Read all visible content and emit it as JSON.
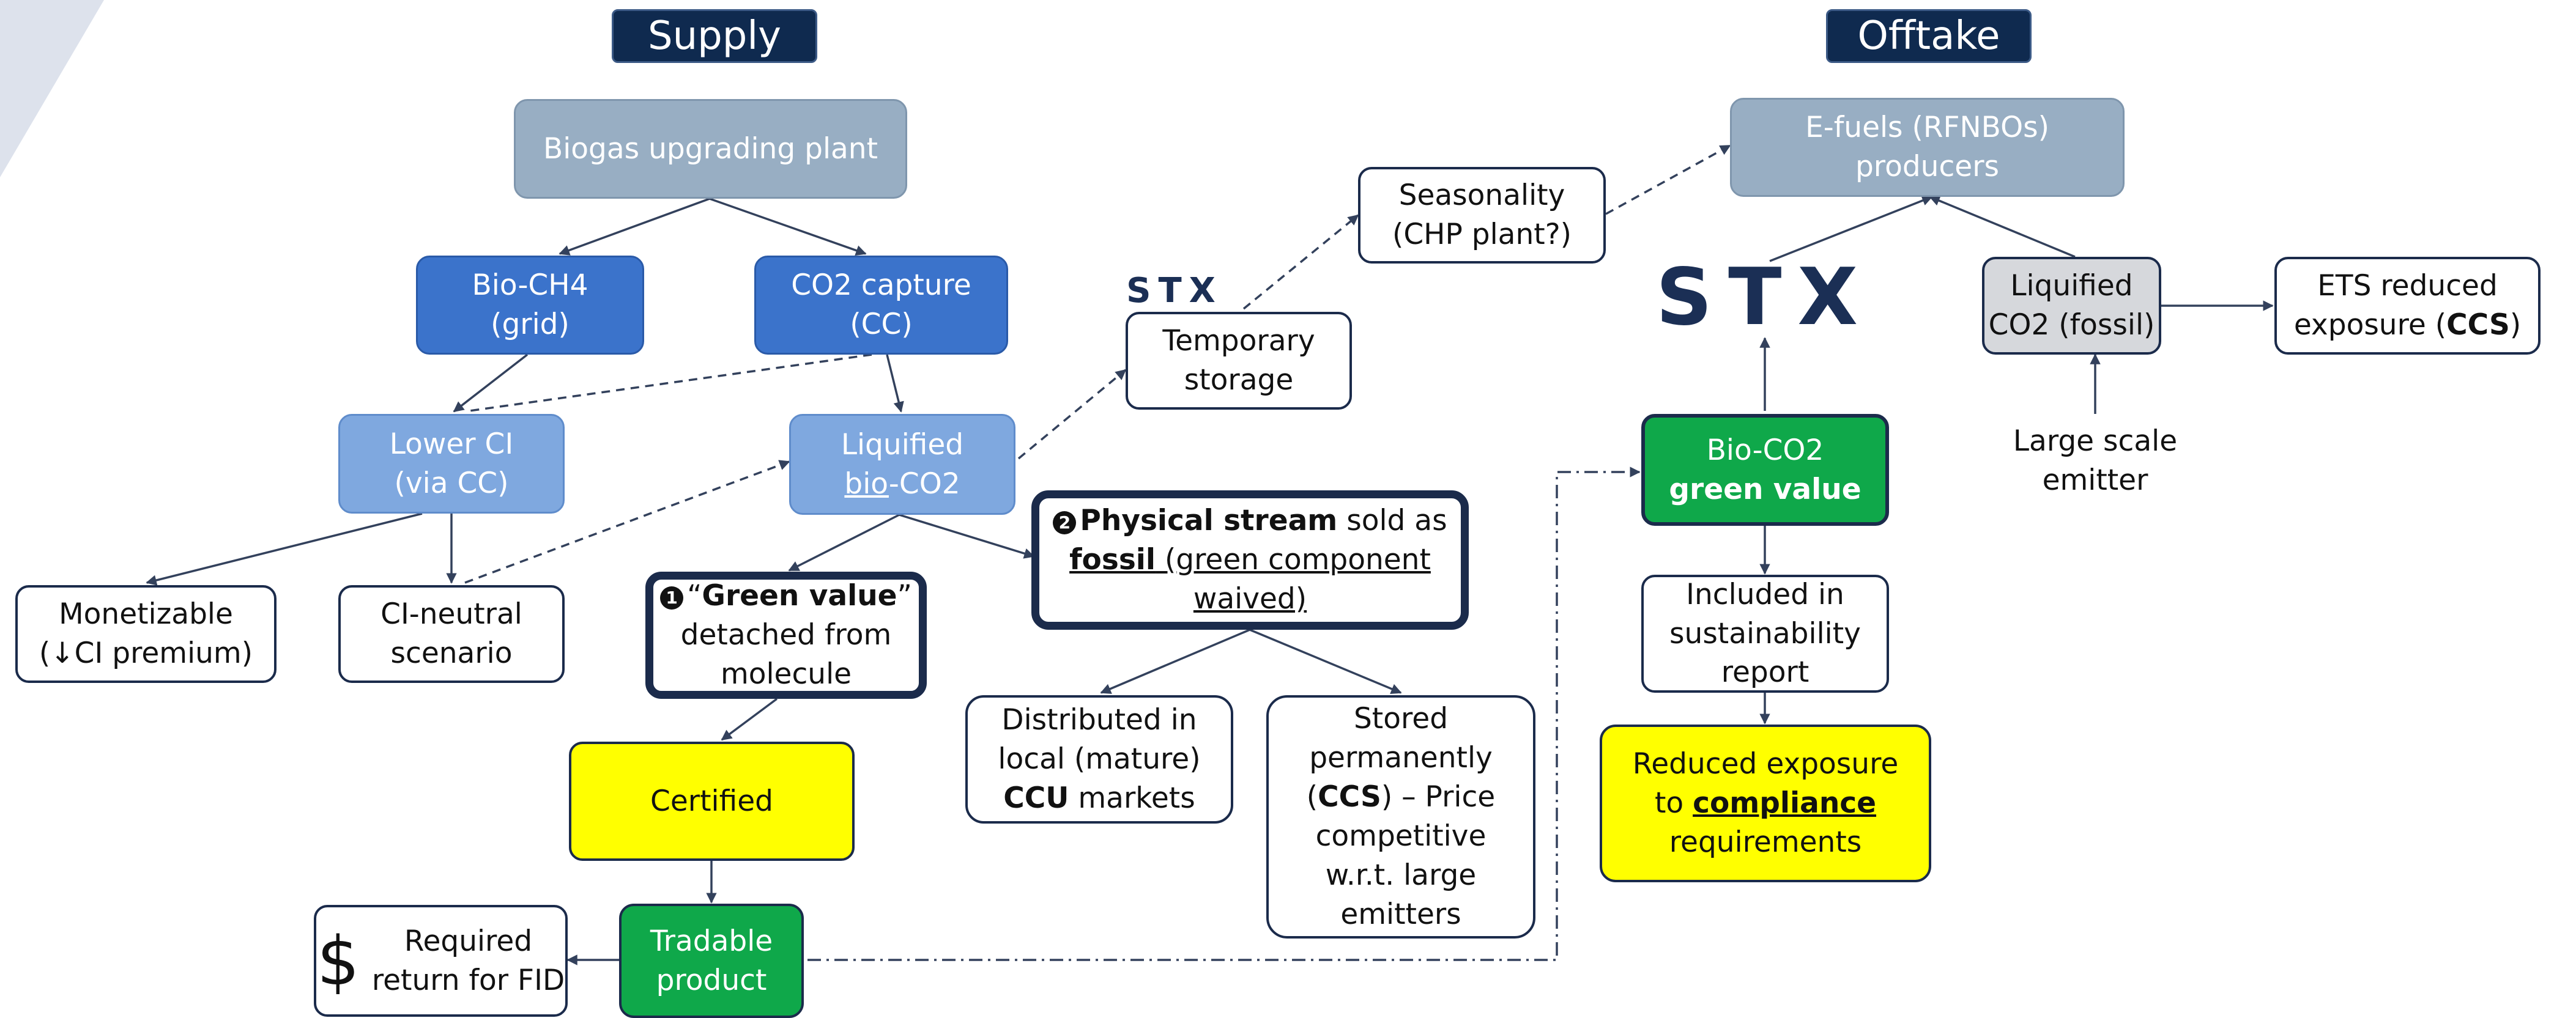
{
  "headers": {
    "supply": "Supply",
    "offtake": "Offtake"
  },
  "logos": {
    "stx_small": "STX",
    "stx_large": "STX"
  },
  "nodes": {
    "biogas": "Biogas upgrading plant",
    "biomethane": [
      "Bio-CH4",
      "(grid)"
    ],
    "co2_capture": [
      "CO2 capture",
      "(CC)"
    ],
    "lower_ci": [
      "Lower CI",
      "(via CC)"
    ],
    "liquified_bio": {
      "line1": "Liquified",
      "bio": "bio",
      "rest": "-CO2"
    },
    "monetizable": [
      "Monetizable",
      "(↓CI premium)"
    ],
    "ci_neutral": [
      "CI-neutral",
      "scenario"
    ],
    "green_value": {
      "number": "1",
      "open_quote": "“",
      "title": "Green value",
      "close_quote": "”",
      "line2": "detached from",
      "line3": "molecule"
    },
    "physical_stream": {
      "number": "2",
      "title": "Physical stream",
      "sold_as": " sold as",
      "fossil": "fossil",
      "paren": " (green component",
      "line3": "waived)"
    },
    "certified": "Certified",
    "tradable": [
      "Tradable",
      "product"
    ],
    "required_return": {
      "symbol": "$",
      "line1": "Required",
      "line2": "return for FID"
    },
    "distributed": {
      "line1": "Distributed in",
      "line2": "local (mature)",
      "ccu": "CCU",
      "markets": " markets"
    },
    "stored": {
      "line1": "Stored",
      "line2": "permanently",
      "open": "(",
      "ccs": "CCS",
      "rest": ") – Price",
      "line4": "competitive",
      "line5": "w.r.t. large",
      "line6": "emitters"
    },
    "temporary_storage": [
      "Temporary",
      "storage"
    ],
    "seasonality": [
      "Seasonality",
      "(CHP plant?)"
    ],
    "efuels": [
      "E-fuels (RFNBOs)",
      "producers"
    ],
    "liquified_fossil": [
      "Liquified",
      "CO2 (fossil)"
    ],
    "ets": {
      "line1": "ETS reduced",
      "line2": "exposure (",
      "ccs": "CCS",
      "close": ")"
    },
    "large_emitter": [
      "Large scale",
      "emitter"
    ],
    "bio_co2_green": {
      "line1": "Bio-CO2",
      "line2": "green value"
    },
    "sustainability": [
      "Included in",
      "sustainability",
      "report"
    ],
    "reduced_exposure": {
      "line1": "Reduced exposure",
      "to": "to ",
      "compliance": "compliance",
      "line3": "requirements"
    }
  },
  "colors": {
    "header": "#0f2a4f",
    "grey_box": "#98aec3",
    "dark_blue_box": "#3b73cb",
    "light_blue_box": "#7fa8df",
    "green_box": "#0fa84a",
    "yellow_box": "#ffff00",
    "pale_box": "#d6d8dc",
    "border_navy": "#1b2b4b",
    "arrow": "#33415c",
    "corner_triangle": "#dde2ec"
  }
}
